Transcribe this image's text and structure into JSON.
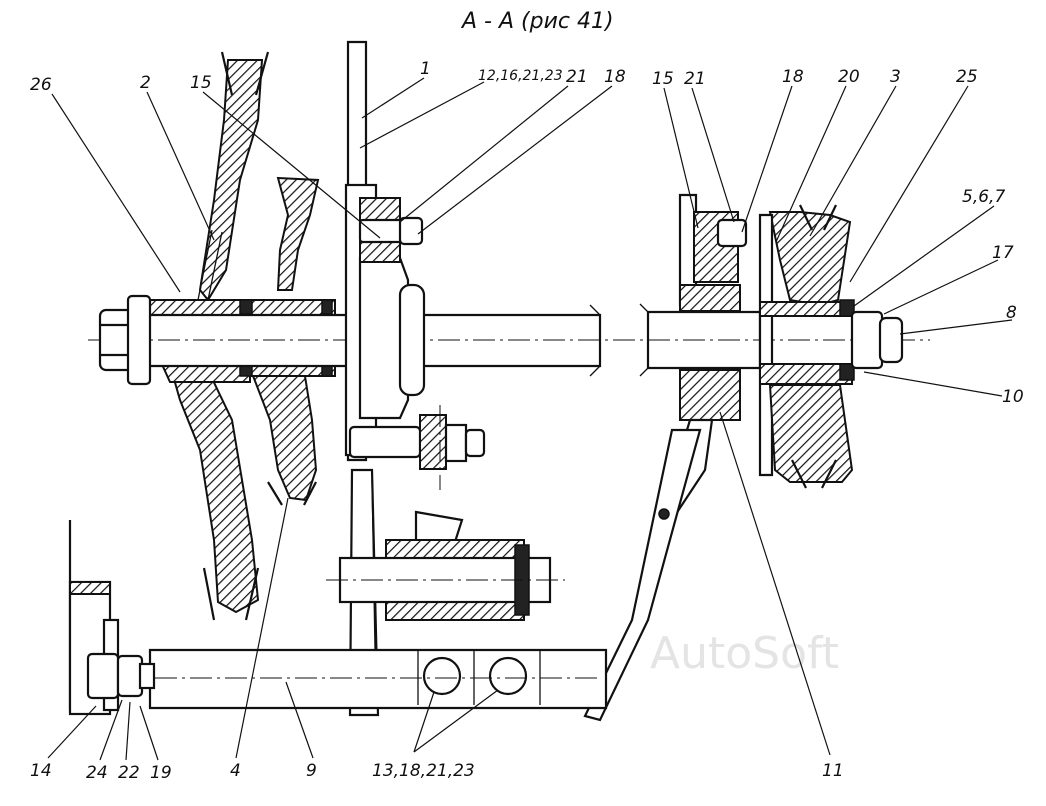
{
  "title": "А - А (рис 41)",
  "watermark": "AutoSoft",
  "callouts": {
    "c26": "26",
    "c2": "2",
    "c15a": "15",
    "c1": "1",
    "c12": "12,16,21,23",
    "c21a": "21",
    "c18a": "18",
    "c15b": "15",
    "c21b": "21",
    "c18b": "18",
    "c20": "20",
    "c3": "3",
    "c25": "25",
    "c567": "5,6,7",
    "c17": "17",
    "c8": "8",
    "c10": "10",
    "c11": "11",
    "c14": "14",
    "c24": "24",
    "c22": "22",
    "c19": "19",
    "c4": "4",
    "c9": "9",
    "c13": "13,18,21,23"
  }
}
